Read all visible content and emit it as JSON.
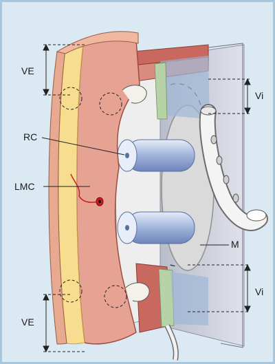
{
  "labels": {
    "ve_top": "VE",
    "ve_bottom": "VE",
    "vi_top": "Vi",
    "vi_bottom": "Vi",
    "rc": "RC",
    "lmc": "LMC",
    "m": "M"
  },
  "colors": {
    "background": "#dbe9f3",
    "frame_border": "#a9c7dc",
    "skin": "#e7a98f",
    "fat": "#f7e19a",
    "muscle": "#c8685e",
    "fascia": "#b7d2a6",
    "cavity": "#f2f2f2",
    "mesh": "#c9ccd8",
    "tube": "#b9c7e4",
    "vessel": "#cc1b1b"
  }
}
